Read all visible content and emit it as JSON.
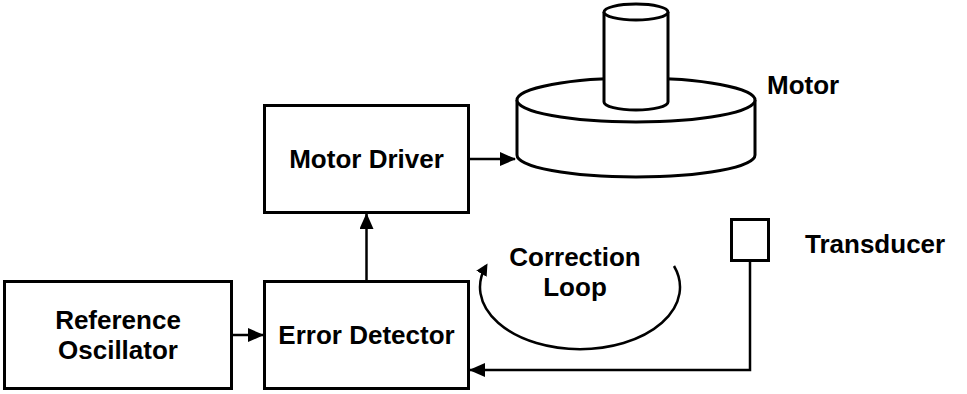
{
  "diagram": {
    "nodes": [
      {
        "text": [
          "Reference Oscillator"
        ]
      },
      {
        "text": [
          "Error Detector"
        ]
      },
      {
        "text": [
          "Motor Driver"
        ]
      },
      {
        "text": [
          "Motor"
        ]
      },
      {
        "text": [
          "Transducer"
        ]
      }
    ],
    "edges": [
      {
        "from": 0,
        "to": 1,
        "arrow": "to"
      },
      {
        "from": 1,
        "to": 2,
        "arrow": "to"
      },
      {
        "from": 2,
        "to": 3,
        "arrow": "to"
      },
      {
        "from": 4,
        "to": 1,
        "arrow": "to"
      }
    ],
    "labels": [
      "Correction Loop"
    ]
  }
}
